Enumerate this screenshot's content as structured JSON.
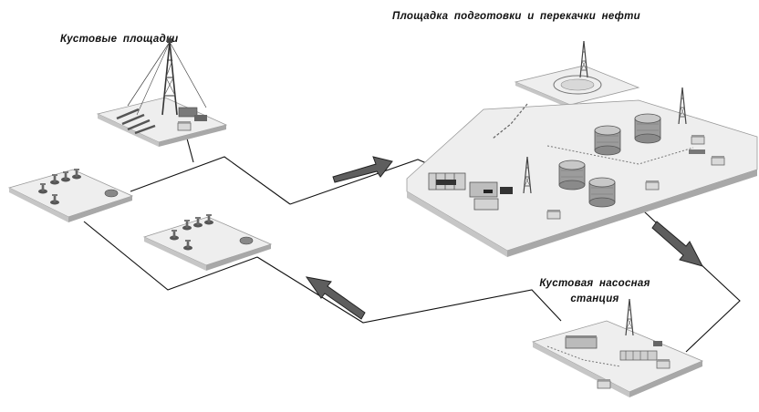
{
  "labels": {
    "cluster_pads": "Кустовые  площадки",
    "oil_site": "Площадка  подготовки  и перекачки  нефти",
    "pump_station_line1": "Кустовая   насосная",
    "pump_station_line2": "станция"
  },
  "colors": {
    "platform_top": "#eeeeee",
    "platform_side": "#a8a8a8",
    "platform_front": "#c6c6c6",
    "equipment": "#6f6f6f",
    "tank": "#9a9a9a",
    "arrow_fill": "#5e5e5e",
    "line": "#111111"
  }
}
